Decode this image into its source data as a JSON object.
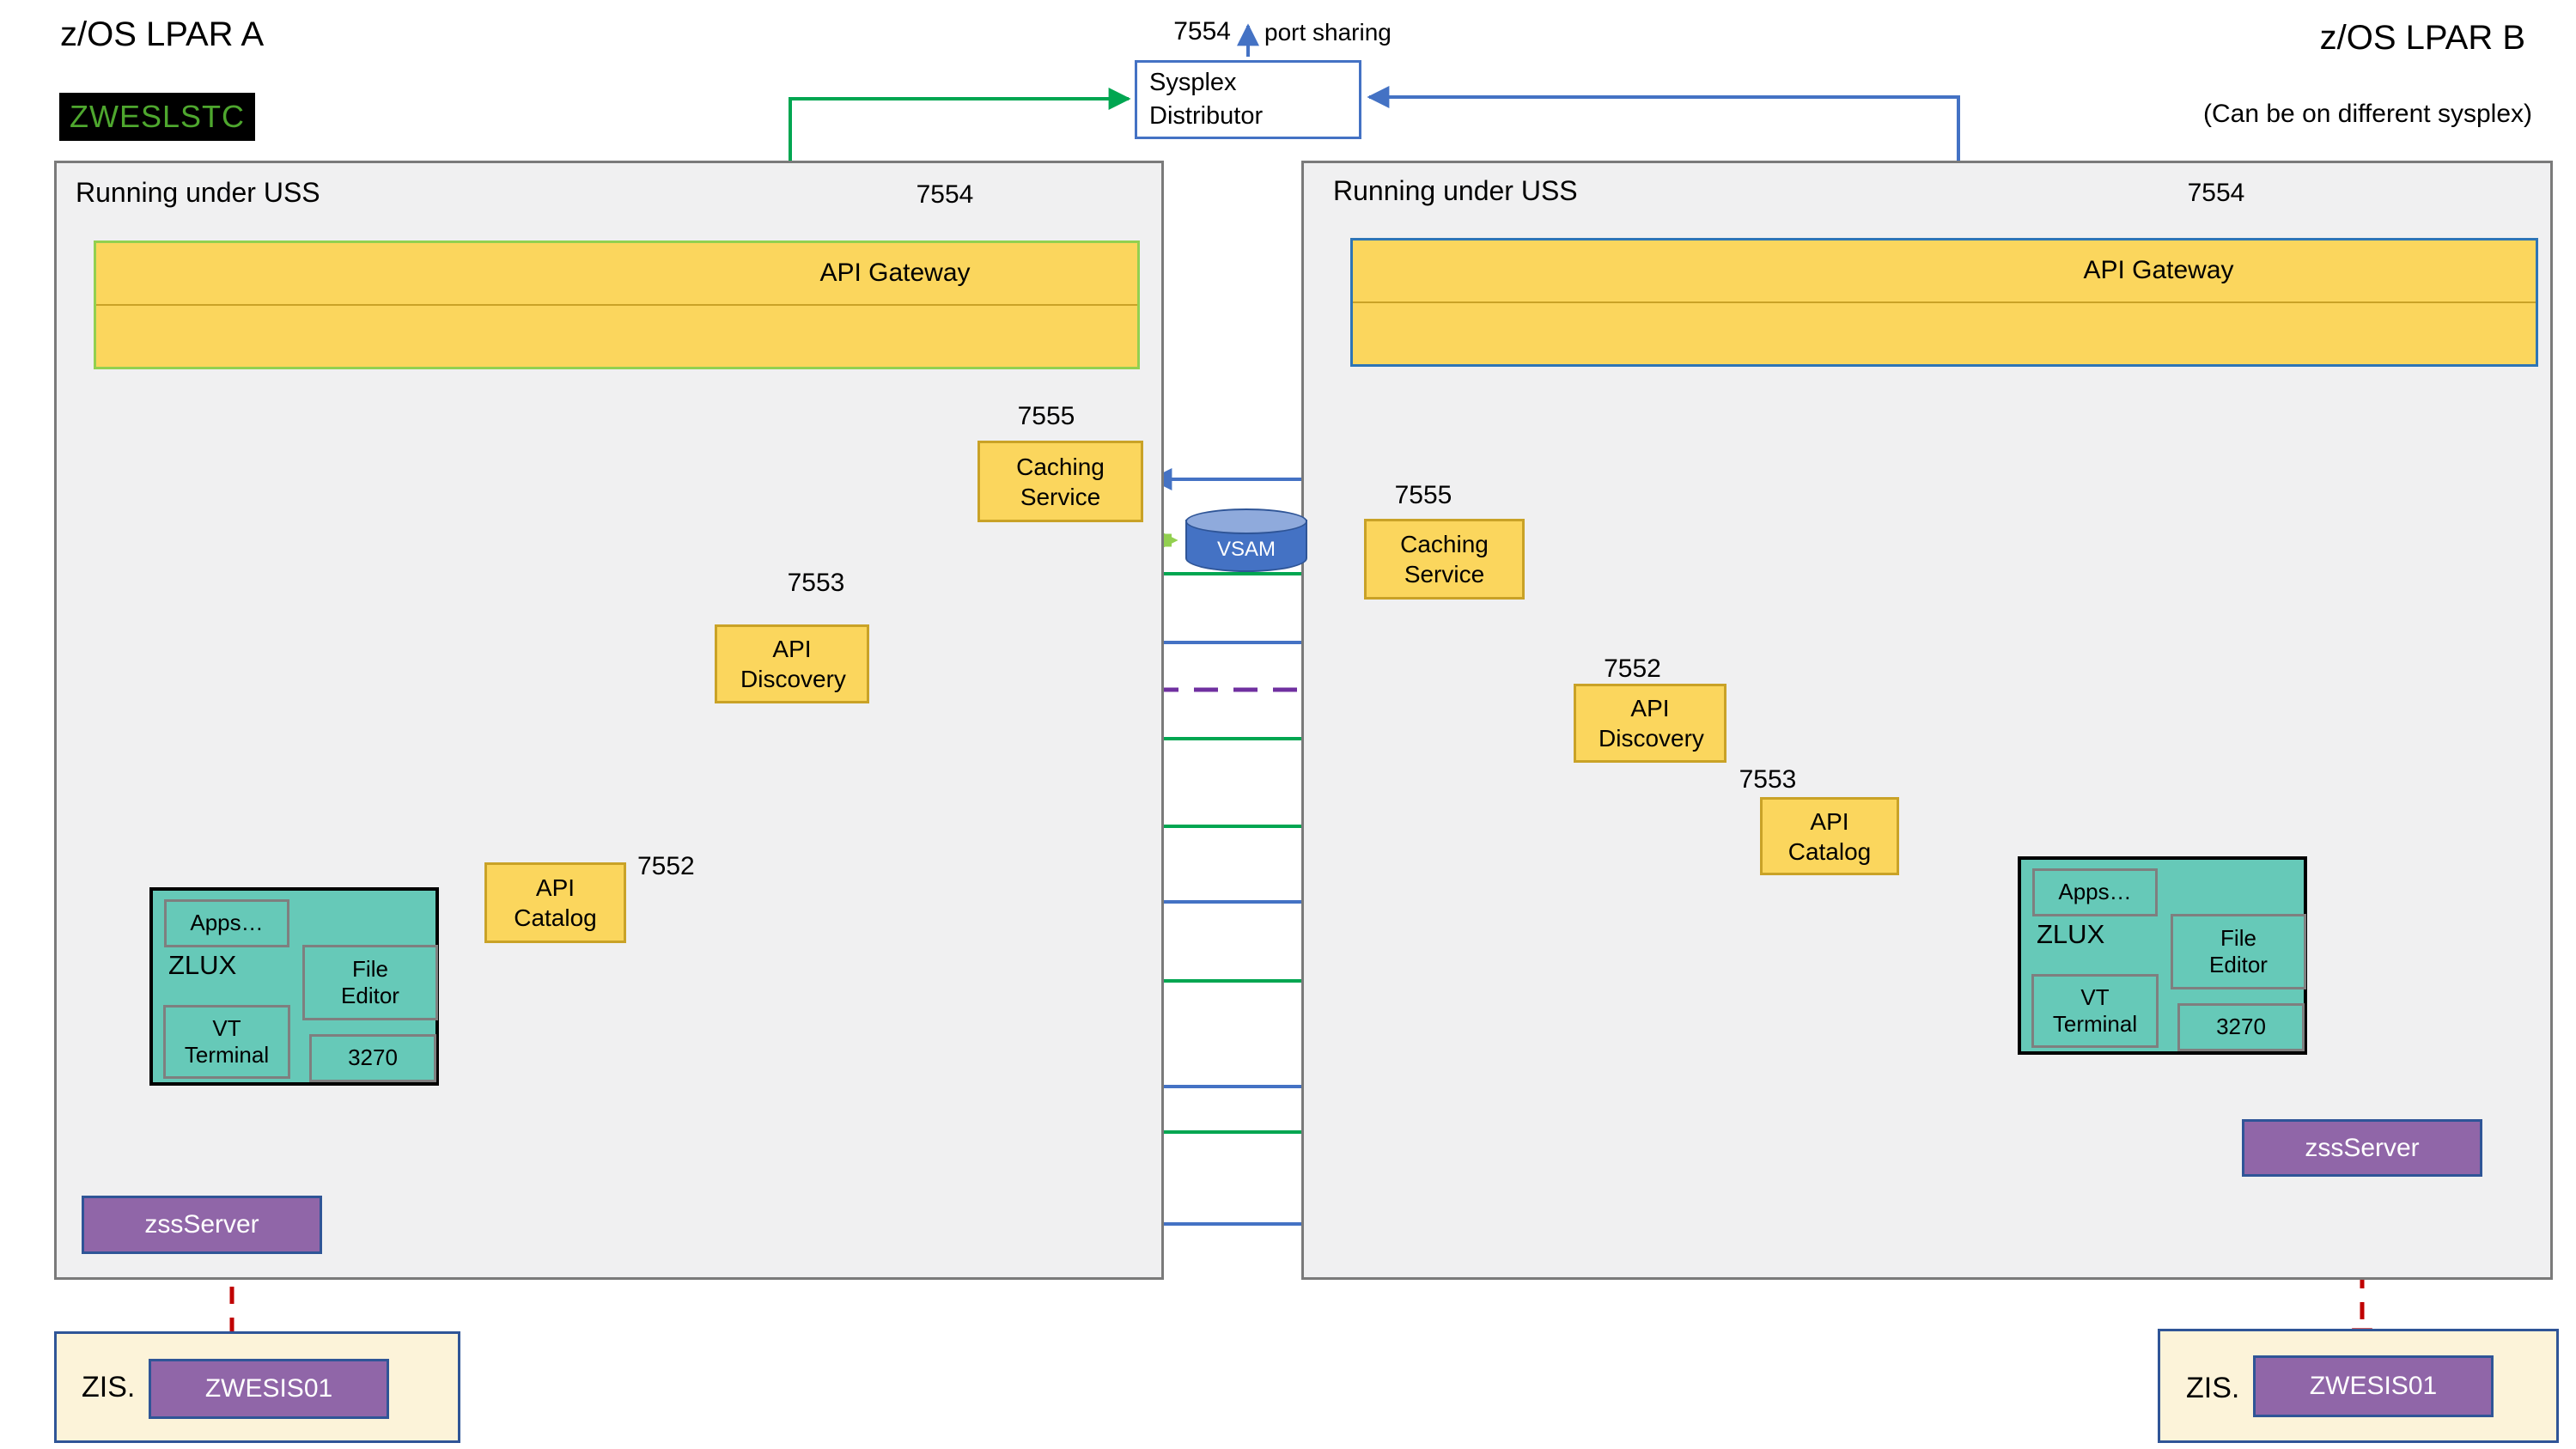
{
  "colors": {
    "green": "#00A651",
    "lgreen": "#92D050",
    "blue": "#4472C4",
    "purpleline": "#7030A0",
    "red": "#C00000",
    "yellow": "#FBD65D",
    "gold": "#C9A227",
    "teal": "#66C9B8",
    "purplefill": "#9066A8",
    "navy": "#2F5597",
    "cream": "#FCF3D9",
    "contfill": "#F0F0F1",
    "contborder": "#7A7A7A",
    "stcgreen": "#4EA72E"
  },
  "sysplex": {
    "label": "Sysplex Distributor",
    "port": "7554",
    "note": "port sharing"
  },
  "vsam": {
    "label": "VSAM"
  },
  "lpar_a": {
    "title": "z/OS LPAR A",
    "stc_badge": "ZWESLSTC",
    "uss_label": "Running under USS",
    "gateway_port": "7554",
    "api_gateway": {
      "label": "API Gateway"
    },
    "caching_service": {
      "label": "Caching Service",
      "port": "7555"
    },
    "api_discovery": {
      "label": "API Discovery",
      "port": "7553"
    },
    "api_catalog": {
      "label": "API Catalog",
      "port": "7552"
    },
    "zlux": {
      "label": "ZLUX",
      "apps": "Apps…",
      "file_editor": "File Editor",
      "vt_terminal": "VT Terminal",
      "terminal_3270": "3270"
    },
    "zss_server": {
      "label": "zssServer"
    },
    "zis": {
      "label": "ZIS.",
      "server": "ZWESIS01"
    }
  },
  "lpar_b": {
    "title": "z/OS LPAR B",
    "subtitle": "(Can be on different sysplex)",
    "uss_label": "Running under USS",
    "gateway_port": "7554",
    "api_gateway": {
      "label": "API Gateway"
    },
    "caching_service": {
      "label": "Caching Service",
      "port": "7555"
    },
    "api_discovery": {
      "label": "API Discovery",
      "port": "7552"
    },
    "api_catalog": {
      "label": "API Catalog",
      "port": "7553"
    },
    "zlux": {
      "label": "ZLUX",
      "apps": "Apps…",
      "file_editor": "File Editor",
      "vt_terminal": "VT Terminal",
      "terminal_3270": "3270"
    },
    "zss_server": {
      "label": "zssServer"
    },
    "zis": {
      "label": "ZIS.",
      "server": "ZWESIS01"
    }
  }
}
